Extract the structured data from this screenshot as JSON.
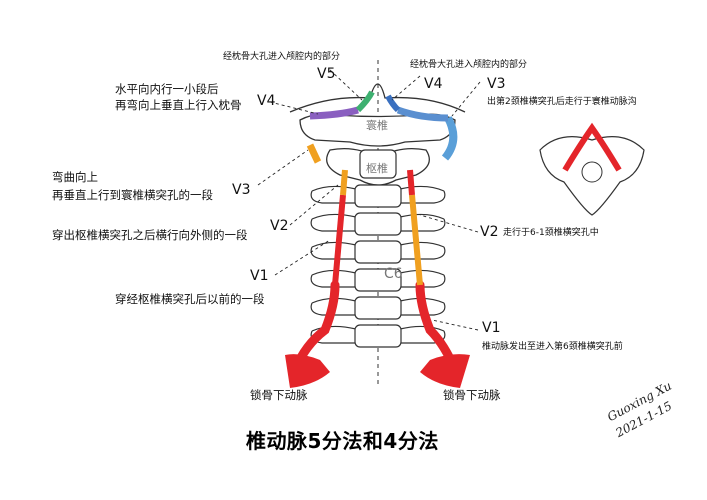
{
  "title": "椎动脉5分法和4分法",
  "left": {
    "top_note": "经枕骨大孔进入颅腔内的部分",
    "v4_desc": [
      "水平向内行一小段后",
      "再弯向上垂直上行入枕骨"
    ],
    "v3_desc": [
      "弯曲向上",
      "再垂直上行到寰椎横突孔的一段"
    ],
    "v2_desc": "穿出枢椎横突孔之后横行向外侧的一段",
    "v1_desc": "穿经枢椎横突孔后以前的一段",
    "subclavian": "锁骨下动脉",
    "v5": "V5",
    "v4": "V4",
    "v3": "V3",
    "v2": "V2",
    "v1": "V1"
  },
  "right": {
    "top_note": "经枕骨大孔进入颅腔内的部分",
    "v3_desc": "出第2颈椎横突孔后走行于寰椎动脉沟",
    "v2_desc": "走行于6-1颈椎横突孔中",
    "v1_desc": "椎动脉发出至进入第6颈椎横突孔前",
    "subclavian": "锁骨下动脉",
    "v4": "V4",
    "v3": "V3",
    "v2": "V2",
    "v1": "V1"
  },
  "vertebrae": {
    "atlas": "寰椎",
    "axis": "枢椎",
    "c6": "C6"
  },
  "signature": [
    "Guoxing Xu",
    "2021-1-15"
  ],
  "colors": {
    "artery": "#e4252a",
    "v5": "#5a8fd0",
    "v4": "#8a5fc0",
    "v3": "#5a9fd8",
    "v2": "#f0a020",
    "bone": "#ffffff",
    "outline": "#333333"
  }
}
